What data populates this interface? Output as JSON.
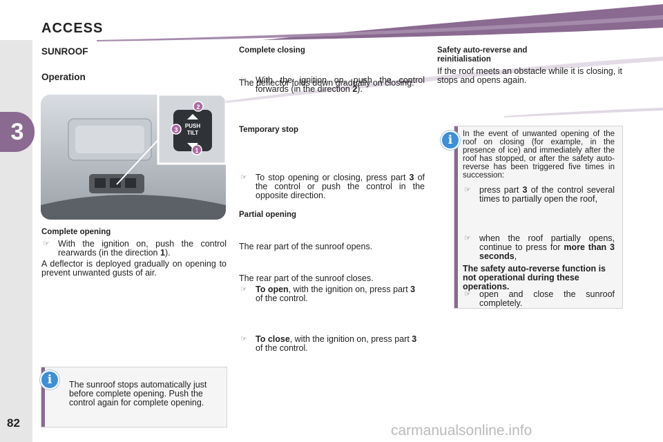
{
  "header": {
    "title": "ACCESS",
    "chapter": "3",
    "page_number": "82"
  },
  "left": {
    "section_title": "SUNROOF",
    "subsection_title": "Operation",
    "photo_labels": {
      "l1": "1",
      "l2": "2",
      "l3": "3",
      "push": "PUSH",
      "tilt": "TILT"
    },
    "complete_opening": {
      "heading": "Complete opening",
      "bullet_pre": "With the ignition on, push the control rearwards (in the direction ",
      "bullet_num": "1",
      "bullet_post": ").",
      "para": "A deflector is deployed gradually on opening to prevent unwanted gusts of air."
    },
    "info_text": "The sunroof stops automatically just before complete opening. Push the control again for complete opening."
  },
  "middle": {
    "complete_closing": {
      "heading": "Complete closing",
      "bullet_pre": "With the ignition on, push the control forwards (in the direction ",
      "bullet_num": "2",
      "bullet_post": ").",
      "para": "The deflector folds down gradually on closing."
    },
    "temporary_stop": {
      "heading": "Temporary stop",
      "bullet_pre": "To stop opening or closing, press part ",
      "bullet_num": "3",
      "bullet_post": " of the control or push the control in the opposite direction."
    },
    "partial_opening": {
      "heading": "Partial opening",
      "b1_bold": "To open",
      "b1_pre": ", with the ignition on, press part ",
      "b1_num": "3",
      "b1_post": " of the control.",
      "p1": "The rear part of the sunroof opens.",
      "b2_bold": "To close",
      "b2_pre": ", with the ignition on, press part ",
      "b2_num": "3",
      "b2_post": " of the control.",
      "p2": "The rear part of the sunroof closes."
    }
  },
  "right": {
    "safety": {
      "heading": "Safety auto-reverse and reinitialisation",
      "para": "If the roof meets an obstacle while it is closing, it stops and opens again."
    },
    "info": {
      "intro": "In the event of unwanted opening of the roof on closing (for example, in the presence of ice) and immediately after the roof has stopped, or after the safety auto-reverse has been triggered five times in succession:",
      "b1_pre": "press part ",
      "b1_num": "3",
      "b1_post": " of the control several times to partially open the roof,",
      "b2_pre": "when the roof partially opens, continue to press for ",
      "b2_bold": "more than 3 seconds",
      "b2_post": ",",
      "b3": "open and close the sunroof completely.",
      "warning": "The safety auto-reverse function is not operational during these operations."
    }
  },
  "footer": {
    "watermark": "carmanualsonline.info"
  },
  "colors": {
    "accent": "#8a6a90",
    "info_blue": "#3f8fd8",
    "sidebar": "#e6e6e6"
  }
}
